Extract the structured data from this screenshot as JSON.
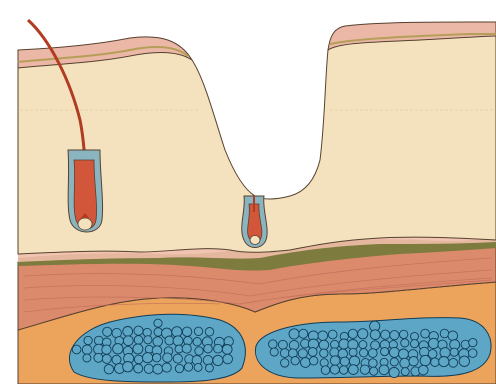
{
  "illustration": {
    "labels": [],
    "colors": {
      "background": "#ffffff",
      "epidermis_top": "#ebb7a6",
      "epidermis_line": "#b59f58",
      "dermis": "#f3e2bd",
      "dermis_line": "#e5cc9d",
      "outline": "#57412f",
      "subcutis_pink": "#f0bea9",
      "olive_band": "#7e7b3e",
      "muscle_red": "#dc8a6c",
      "muscle_streak": "#c16f5a",
      "fat_orange": "#eca45d",
      "fat_cell": "#5ea6c6",
      "fat_cell_edge": "#113d57",
      "hair": "#b13c21",
      "follicle_sheath": "#8ab4c0"
    },
    "structures": [
      "skin-surface",
      "dermis",
      "hair-shaft",
      "hair-follicle",
      "small-follicle",
      "subcutaneous-layer",
      "muscle-layer",
      "fat-lobule-left",
      "fat-lobule-right"
    ]
  }
}
